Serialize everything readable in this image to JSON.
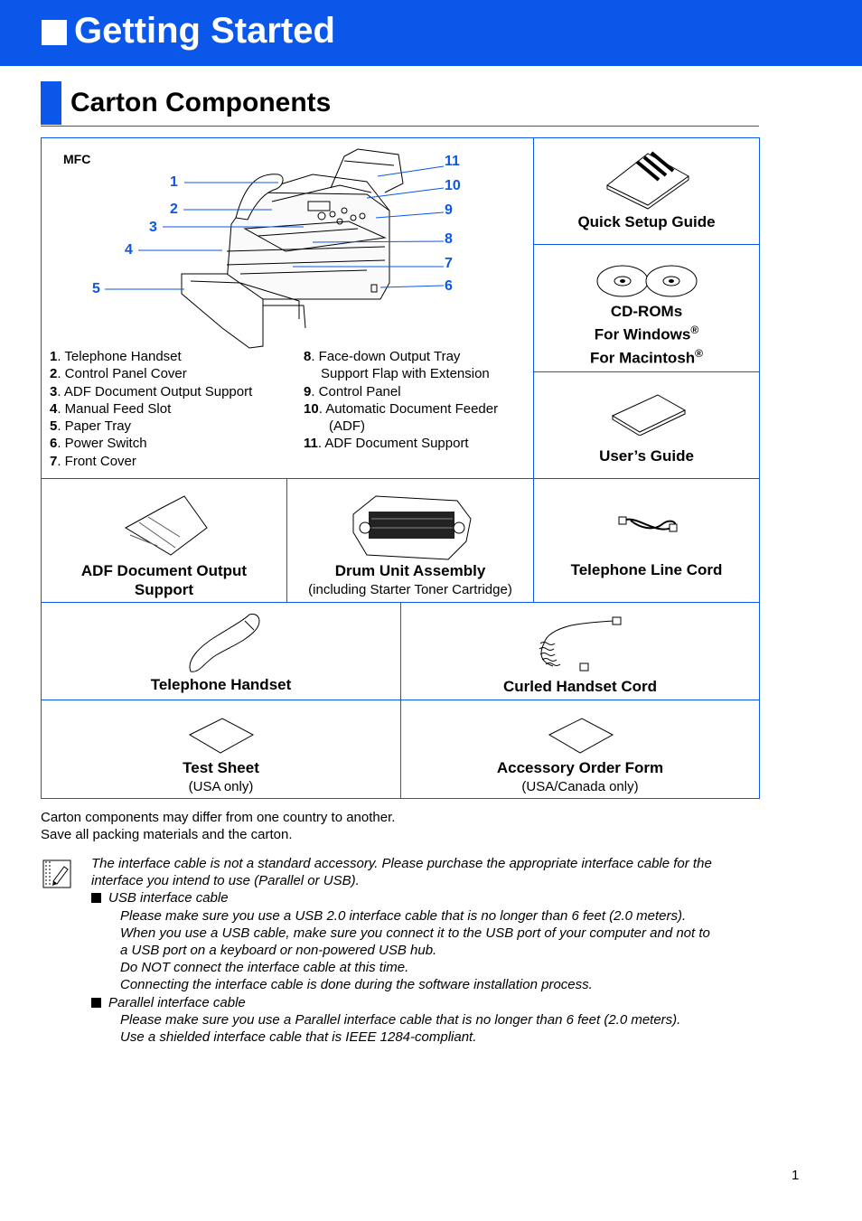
{
  "header": {
    "title": "Getting Started"
  },
  "section": {
    "title": "Carton Components"
  },
  "mfc": {
    "label": "MFC",
    "callouts": [
      "1",
      "2",
      "3",
      "4",
      "5",
      "6",
      "7",
      "8",
      "9",
      "10",
      "11"
    ],
    "legend_left": [
      {
        "n": "1",
        "t": ". Telephone Handset"
      },
      {
        "n": "2",
        "t": ". Control Panel Cover"
      },
      {
        "n": "3",
        "t": ". ADF Document Output Support"
      },
      {
        "n": "4",
        "t": ". Manual Feed Slot"
      },
      {
        "n": "5",
        "t": ". Paper Tray"
      },
      {
        "n": "6",
        "t": ". Power Switch"
      },
      {
        "n": "7",
        "t": ". Front Cover"
      }
    ],
    "legend_right": [
      {
        "n": "8",
        "t": ". Face-down Output Tray",
        "t2": "Support Flap with Extension"
      },
      {
        "n": "9",
        "t": ". Control Panel"
      },
      {
        "n": "10",
        "t": ". Automatic Document Feeder",
        "t2": "(ADF)"
      },
      {
        "n": "11",
        "t": ". ADF Document Support"
      }
    ]
  },
  "items": {
    "quick_setup": "Quick Setup Guide",
    "cdroms": {
      "line1": "CD-ROMs",
      "line2": "For Windows",
      "line3": "For Macintosh",
      "reg": "®"
    },
    "users_guide": "User’s Guide",
    "adf_support": {
      "line1": "ADF Document Output",
      "line2": "Support"
    },
    "drum": {
      "title": "Drum Unit Assembly",
      "sub": "(including Starter Toner Cartridge)"
    },
    "phone_cord": "Telephone Line Cord",
    "handset": "Telephone Handset",
    "curled_cord": "Curled Handset Cord",
    "test_sheet": {
      "title": "Test Sheet",
      "sub": "(USA only)"
    },
    "order_form": {
      "title": "Accessory Order Form",
      "sub": "(USA/Canada only)"
    }
  },
  "body": {
    "line1": "Carton components may differ from one country to another.",
    "line2": "Save all packing materials and the carton."
  },
  "note": {
    "intro1": "The interface cable is not a standard accessory. Please purchase the appropriate interface cable for the",
    "intro2": "interface you intend to use (Parallel or USB).",
    "usb_head": "USB interface cable",
    "usb_lines": [
      "Please make sure you use a USB 2.0 interface cable that is no longer than 6 feet (2.0 meters).",
      "When you use a USB cable, make sure you connect it to the USB port of your computer and not to",
      "a USB port on a keyboard or non-powered USB hub.",
      "Do NOT connect the interface cable at this time.",
      "Connecting the interface cable is done during the software installation process."
    ],
    "par_head": "Parallel interface cable",
    "par_lines": [
      "Please make sure you use a Parallel interface cable that is no longer than 6 feet (2.0 meters).",
      "Use a shielded interface cable that is IEEE 1284-compliant."
    ]
  },
  "page_number": "1",
  "colors": {
    "accent": "#0a57ea"
  },
  "icons": [
    "note-pencil-icon"
  ]
}
